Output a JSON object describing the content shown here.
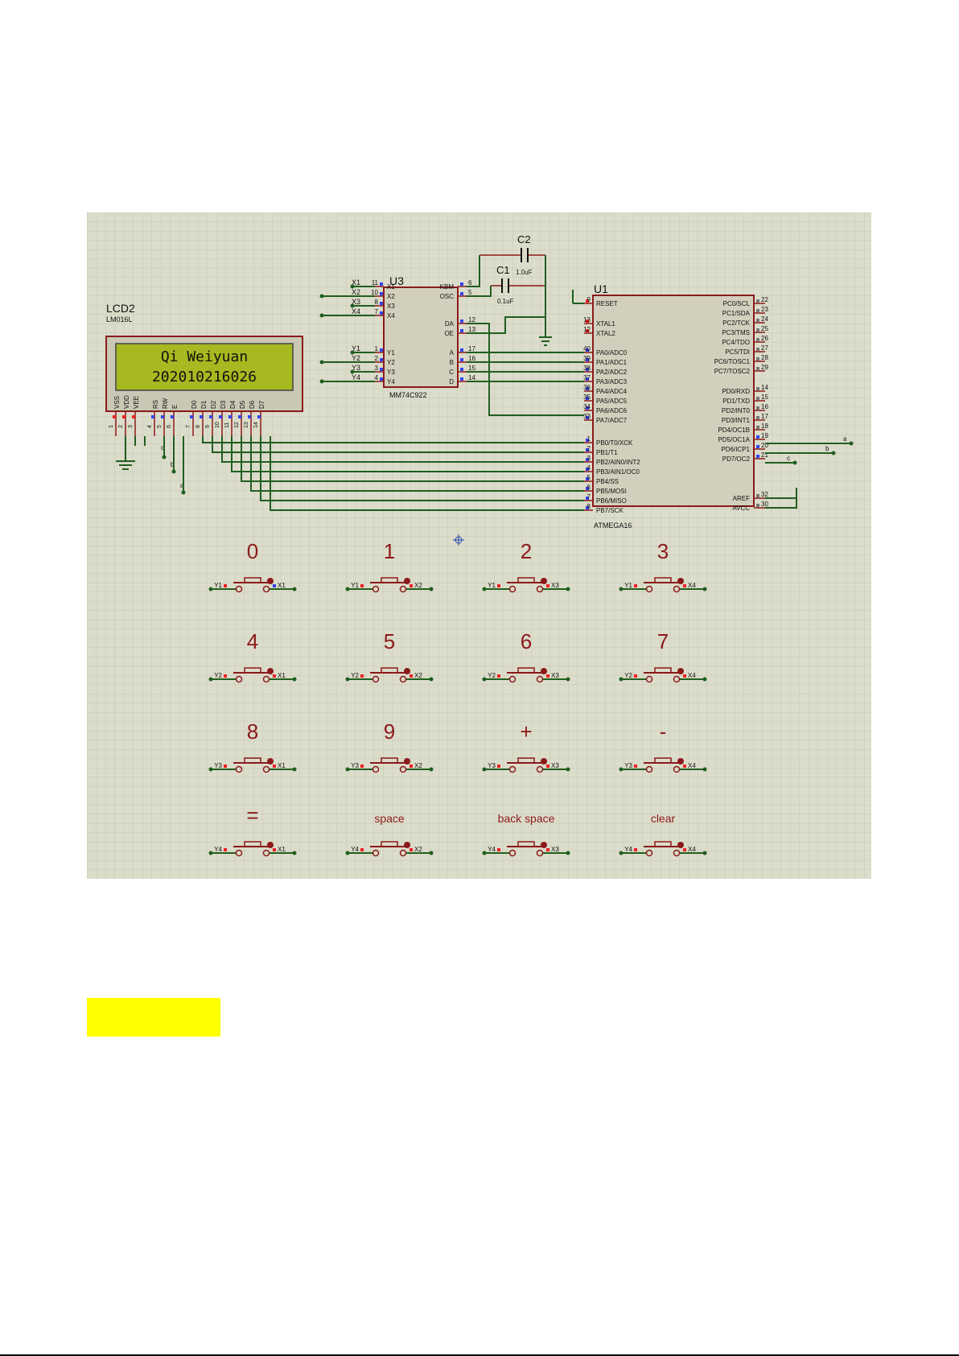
{
  "lcd": {
    "ref": "LCD2",
    "part": "LM016L",
    "line1": "Qi Weiyuan",
    "line2": "202010216026",
    "pins": [
      {
        "name": "VSS",
        "num": "1"
      },
      {
        "name": "VDD",
        "num": "2"
      },
      {
        "name": "VEE",
        "num": "3"
      },
      {
        "name": "RS",
        "num": "4"
      },
      {
        "name": "RW",
        "num": "5"
      },
      {
        "name": "E",
        "num": "6"
      },
      {
        "name": "D0",
        "num": "7"
      },
      {
        "name": "D1",
        "num": "8"
      },
      {
        "name": "D2",
        "num": "9"
      },
      {
        "name": "D3",
        "num": "10"
      },
      {
        "name": "D4",
        "num": "11"
      },
      {
        "name": "D5",
        "num": "12"
      },
      {
        "name": "D6",
        "num": "13"
      },
      {
        "name": "D7",
        "num": "14"
      }
    ],
    "net_labels": [
      "c",
      "b",
      "a"
    ]
  },
  "u3": {
    "ref": "U3",
    "part": "MM74C922",
    "left_pins": [
      {
        "name": "X1",
        "num": "11",
        "net": "X1"
      },
      {
        "name": "X2",
        "num": "10",
        "net": "X2"
      },
      {
        "name": "X3",
        "num": "8",
        "net": "X3"
      },
      {
        "name": "X4",
        "num": "7",
        "net": "X4"
      },
      {
        "name": "Y1",
        "num": "1",
        "net": "Y1"
      },
      {
        "name": "Y2",
        "num": "2",
        "net": "Y2"
      },
      {
        "name": "Y3",
        "num": "3",
        "net": "Y3"
      },
      {
        "name": "Y4",
        "num": "4",
        "net": "Y4"
      }
    ],
    "right_pins": [
      {
        "name": "KBM",
        "num": "6"
      },
      {
        "name": "OSC",
        "num": "5"
      },
      {
        "name": "DA",
        "num": "12"
      },
      {
        "name": "OE",
        "num": "13"
      },
      {
        "name": "A",
        "num": "17"
      },
      {
        "name": "B",
        "num": "16"
      },
      {
        "name": "C",
        "num": "15"
      },
      {
        "name": "D",
        "num": "14"
      }
    ]
  },
  "capacitors": [
    {
      "ref": "C2",
      "value": "1.0uF"
    },
    {
      "ref": "C1",
      "value": "0.1uF"
    }
  ],
  "u1": {
    "ref": "U1",
    "part": "ATMEGA16",
    "left_pins": [
      {
        "name": "RESET",
        "num": "9"
      },
      {
        "name": "XTAL1",
        "num": "13"
      },
      {
        "name": "XTAL2",
        "num": "12"
      },
      {
        "name": "PA0/ADC0",
        "num": "40"
      },
      {
        "name": "PA1/ADC1",
        "num": "39"
      },
      {
        "name": "PA2/ADC2",
        "num": "38"
      },
      {
        "name": "PA3/ADC3",
        "num": "37"
      },
      {
        "name": "PA4/ADC4",
        "num": "36"
      },
      {
        "name": "PA5/ADC5",
        "num": "35"
      },
      {
        "name": "PA6/ADC6",
        "num": "34"
      },
      {
        "name": "PA7/ADC7",
        "num": "33"
      },
      {
        "name": "PB0/T0/XCK",
        "num": "1"
      },
      {
        "name": "PB1/T1",
        "num": "2"
      },
      {
        "name": "PB2/AIN0/INT2",
        "num": "3"
      },
      {
        "name": "PB3/AIN1/OC0",
        "num": "4"
      },
      {
        "name": "PB4/SS",
        "num": "5"
      },
      {
        "name": "PB5/MOSI",
        "num": "6"
      },
      {
        "name": "PB6/MISO",
        "num": "7"
      },
      {
        "name": "PB7/SCK",
        "num": "8"
      }
    ],
    "right_pins": [
      {
        "name": "PC0/SCL",
        "num": "22"
      },
      {
        "name": "PC1/SDA",
        "num": "23"
      },
      {
        "name": "PC2/TCK",
        "num": "24"
      },
      {
        "name": "PC3/TMS",
        "num": "25"
      },
      {
        "name": "PC4/TDO",
        "num": "26"
      },
      {
        "name": "PC5/TDI",
        "num": "27"
      },
      {
        "name": "PC6/TOSC1",
        "num": "28"
      },
      {
        "name": "PC7/TOSC2",
        "num": "29"
      },
      {
        "name": "PD0/RXD",
        "num": "14"
      },
      {
        "name": "PD1/TXD",
        "num": "15"
      },
      {
        "name": "PD2/INT0",
        "num": "16"
      },
      {
        "name": "PD3/INT1",
        "num": "17"
      },
      {
        "name": "PD4/OC1B",
        "num": "18"
      },
      {
        "name": "PD5/OC1A",
        "num": "19"
      },
      {
        "name": "PD6/ICP1",
        "num": "20"
      },
      {
        "name": "PD7/OC2",
        "num": "21"
      },
      {
        "name": "AREF",
        "num": "32"
      },
      {
        "name": "AVCC",
        "num": "30"
      }
    ],
    "net_labels": [
      "a",
      "b",
      "c"
    ]
  },
  "keypad": {
    "rows": [
      {
        "row_net": "Y1",
        "keys": [
          {
            "label": "0",
            "col_net": "X1"
          },
          {
            "label": "1",
            "col_net": "X2"
          },
          {
            "label": "2",
            "col_net": "X3"
          },
          {
            "label": "3",
            "col_net": "X4"
          }
        ]
      },
      {
        "row_net": "Y2",
        "keys": [
          {
            "label": "4",
            "col_net": "X1"
          },
          {
            "label": "5",
            "col_net": "X2"
          },
          {
            "label": "6",
            "col_net": "X3"
          },
          {
            "label": "7",
            "col_net": "X4"
          }
        ]
      },
      {
        "row_net": "Y3",
        "keys": [
          {
            "label": "8",
            "col_net": "X1"
          },
          {
            "label": "9",
            "col_net": "X2"
          },
          {
            "label": "+",
            "col_net": "X3"
          },
          {
            "label": "-",
            "col_net": "X4"
          }
        ]
      },
      {
        "row_net": "Y4",
        "keys": [
          {
            "label": "=",
            "col_net": "X1"
          },
          {
            "label": "space",
            "col_net": "X2"
          },
          {
            "label": "back space",
            "col_net": "X3"
          },
          {
            "label": "clear",
            "col_net": "X4"
          }
        ]
      }
    ]
  },
  "colors": {
    "background": "#d8d8c6",
    "grid": "#c4c4b0",
    "wire": "#1f5f1f",
    "component": "#8b1a1a",
    "lcd_screen": "#a8b820",
    "lcd_body": "#c8c8b4",
    "pin_red": "#ee2222",
    "pin_blue": "#3344ee",
    "highlight": "#ffff00"
  }
}
